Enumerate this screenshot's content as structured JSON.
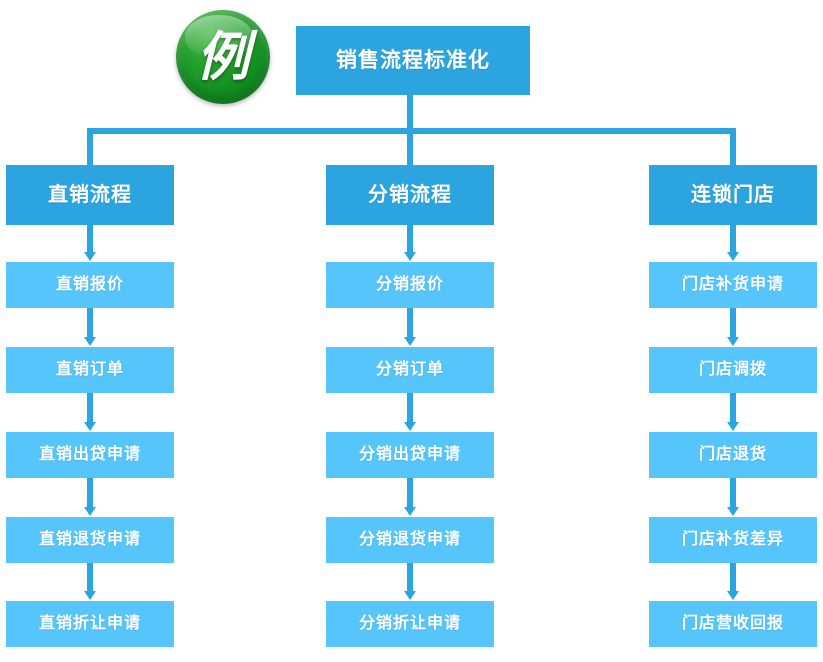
{
  "diagram": {
    "badge": {
      "character": "例",
      "color": "#18922a"
    },
    "colors": {
      "branch_blue": "#2ca4e0",
      "leaf_blue": "#55c5fb",
      "text": "#ffffff"
    },
    "root": {
      "label": "销售流程标准化"
    },
    "columns": [
      {
        "branch": "直销流程",
        "steps": [
          "直销报价",
          "直销订单",
          "直销出贷申请",
          "直销退货申请",
          "直销折让申请"
        ]
      },
      {
        "branch": "分销流程",
        "steps": [
          "分销报价",
          "分销订单",
          "分销出贷申请",
          "分销退货申请",
          "分销折让申请"
        ]
      },
      {
        "branch": "连锁门店",
        "steps": [
          "门店补货申请",
          "门店调拨",
          "门店退货",
          "门店补货差异",
          "门店营收回报"
        ]
      }
    ]
  }
}
